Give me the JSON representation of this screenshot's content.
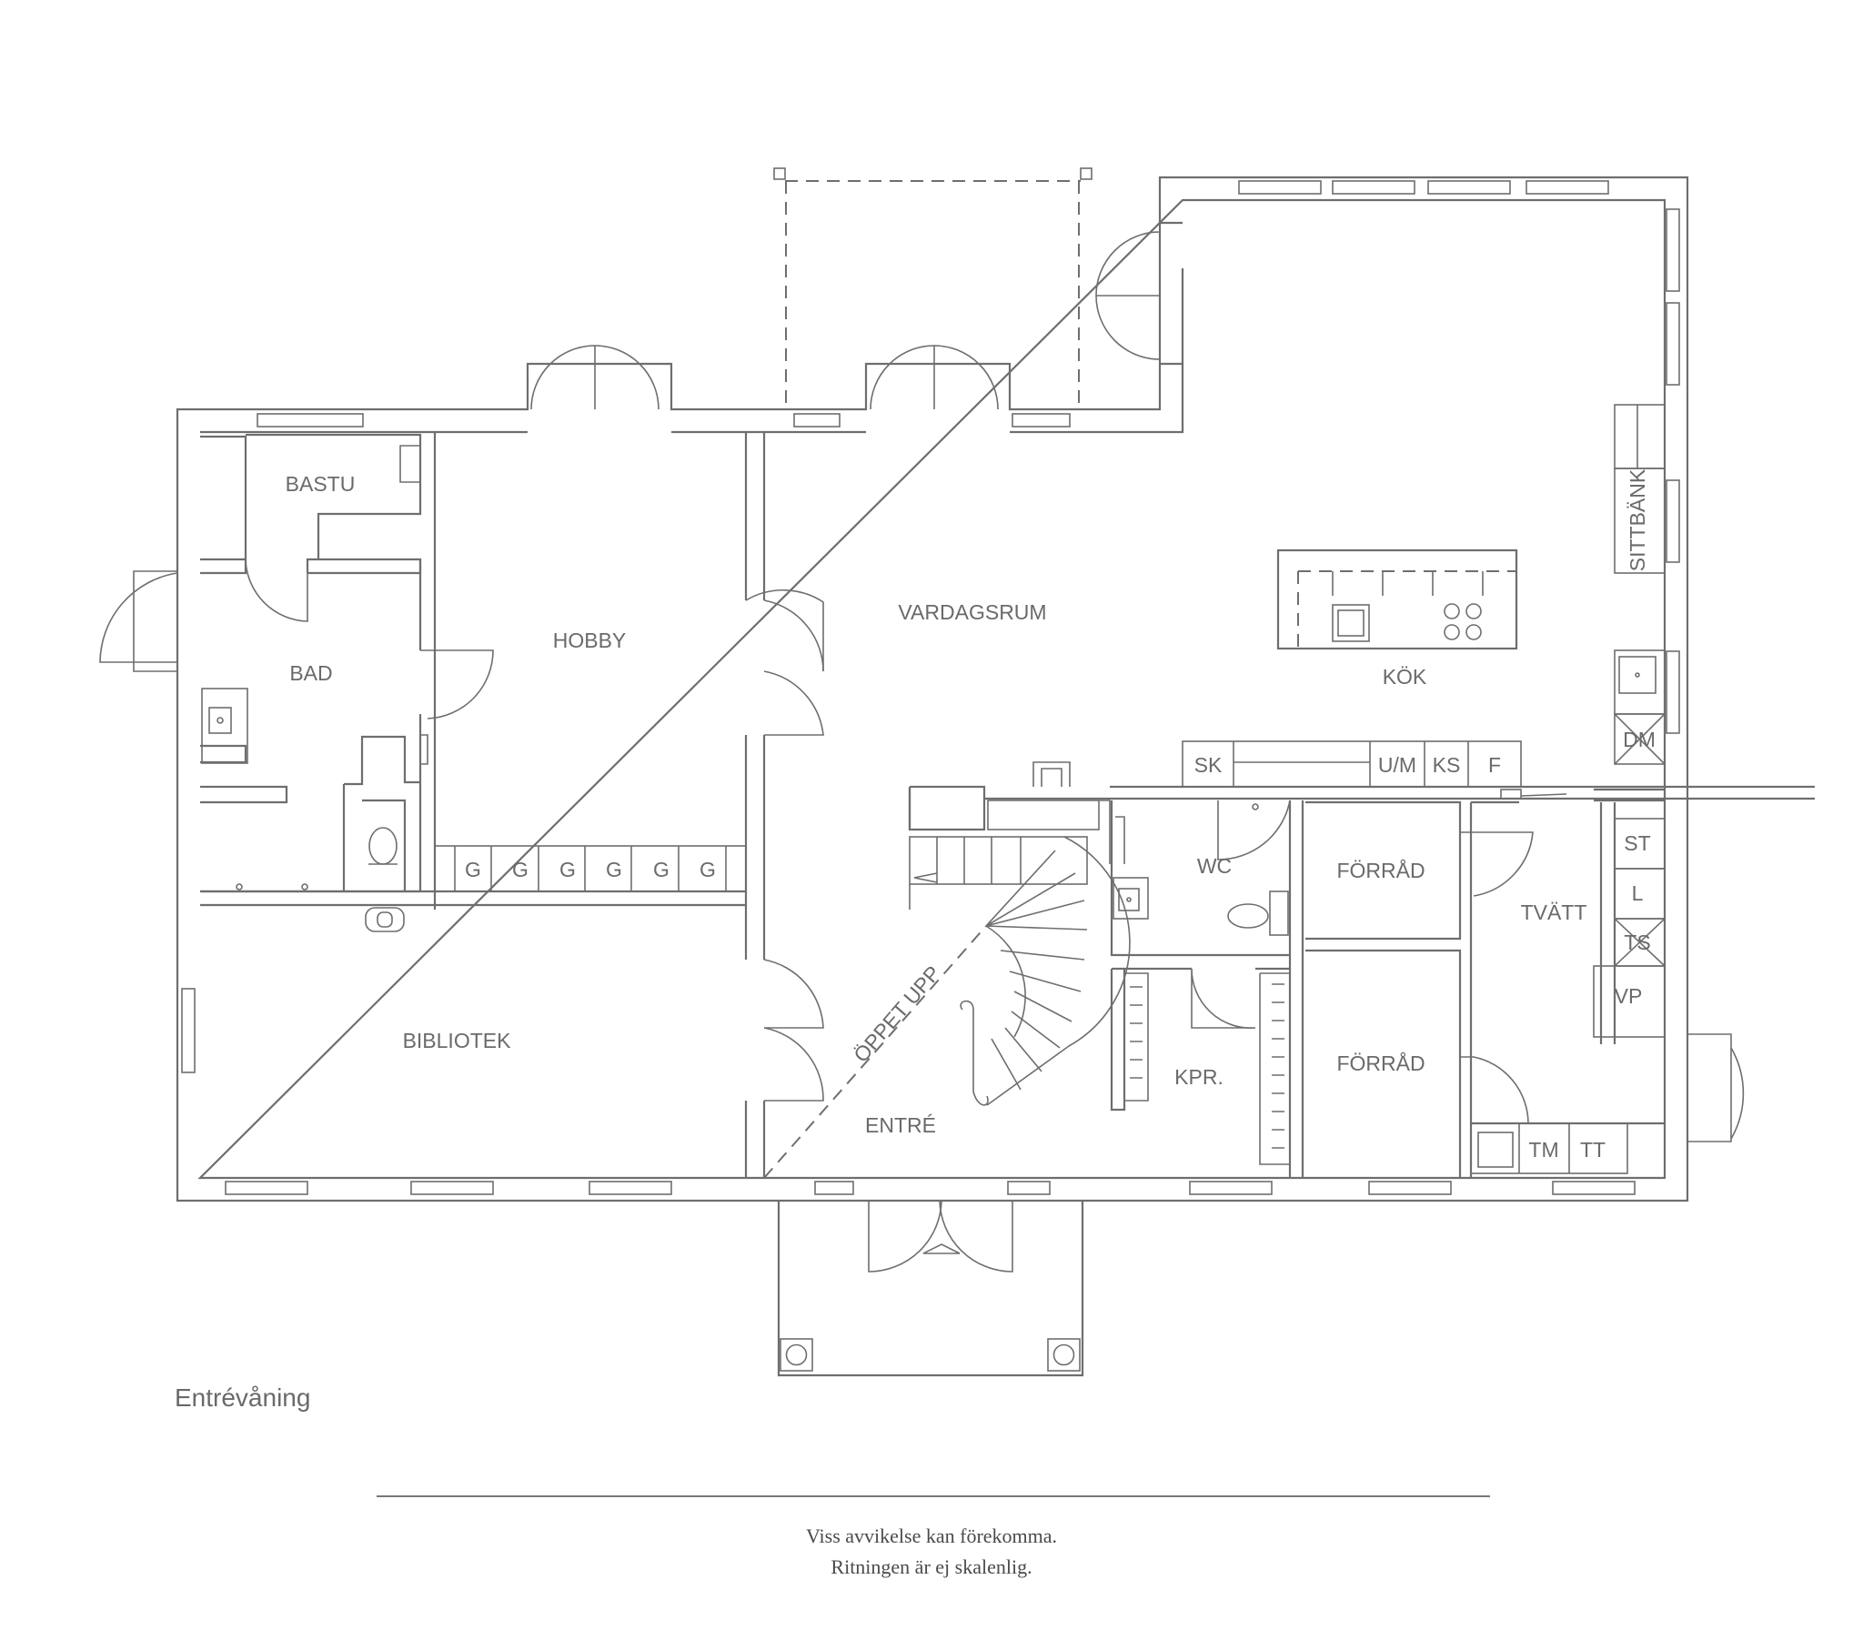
{
  "plan": {
    "caption": "Entrévåning",
    "rooms": {
      "bastu": "BASTU",
      "hobby": "HOBBY",
      "vardagsrum": "VARDAGSRUM",
      "kok": "KÖK",
      "bad": "BAD",
      "wc": "WC",
      "forrad_upper": "FÖRRÅD",
      "forrad_lower": "FÖRRÅD",
      "tvatt": "TVÄTT",
      "bibliotek": "BIBLIOTEK",
      "kpr": "KPR.",
      "entre": "ENTRÉ",
      "oppet_upp": "ÖPPET UPP"
    },
    "fixtures": {
      "sittbank": "SITTBÄNK",
      "sk": "SK",
      "um": "U/M",
      "ks": "KS",
      "f": "F",
      "dm": "DM",
      "st": "ST",
      "l": "L",
      "ts": "TS",
      "vp": "VP",
      "tm": "TM",
      "tt": "TT",
      "garderob": [
        "G",
        "G",
        "G",
        "G",
        "G",
        "G"
      ]
    }
  },
  "disclaimer": {
    "line1": "Viss avvikelse kan förekomma.",
    "line2": "Ritningen är ej skalenlig."
  }
}
